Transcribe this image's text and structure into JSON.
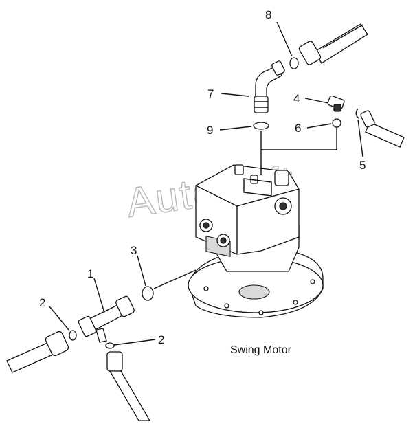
{
  "caption": "Swing Motor",
  "watermark": "AutoSoft",
  "callouts": {
    "c1": "1",
    "c2a": "2",
    "c2b": "2",
    "c3": "3",
    "c4": "4",
    "c5": "5",
    "c6": "6",
    "c7": "7",
    "c8": "8",
    "c9": "9"
  }
}
